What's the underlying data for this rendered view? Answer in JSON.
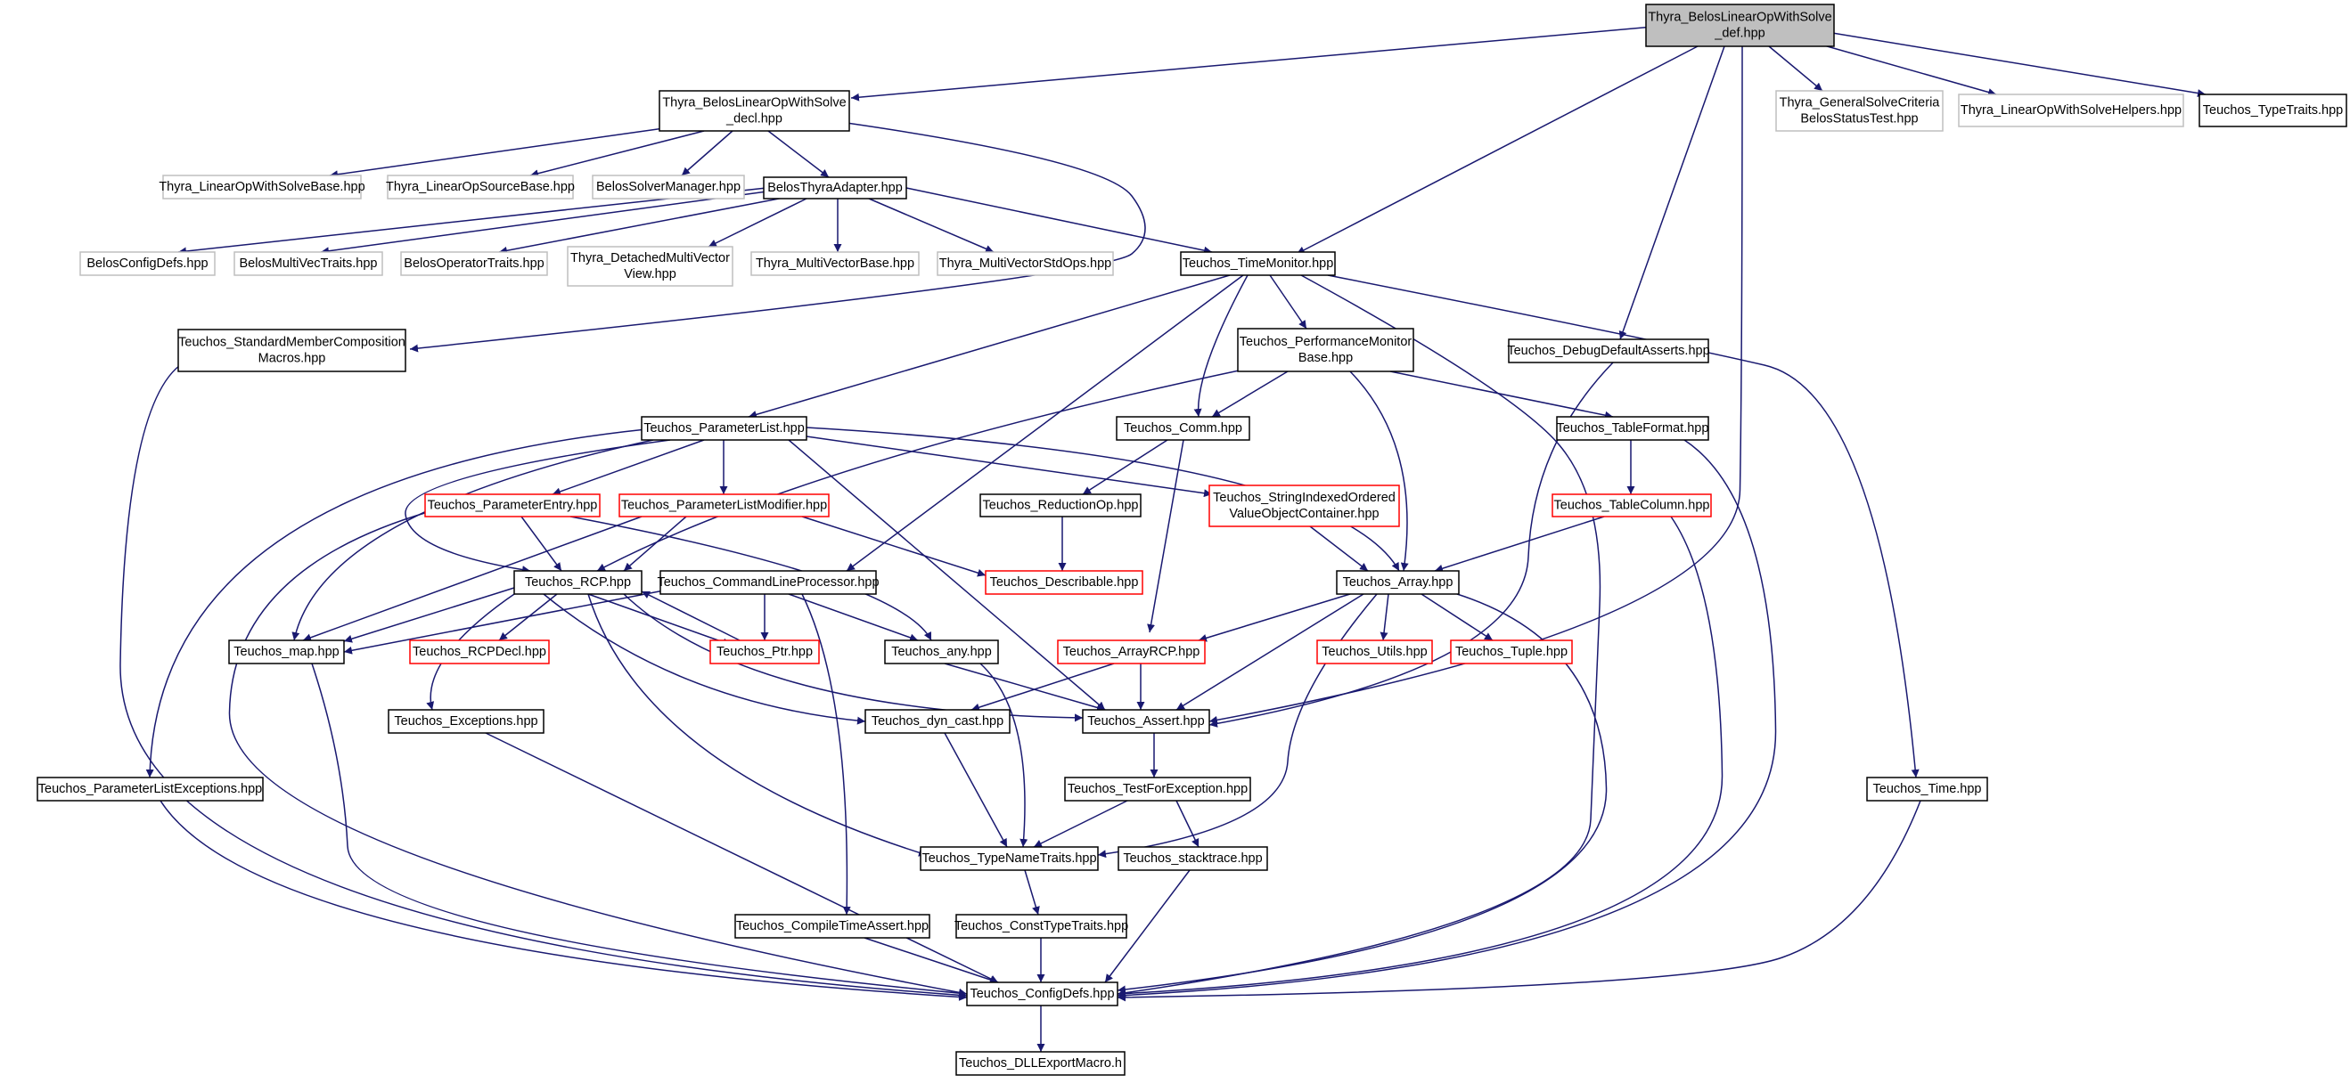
{
  "colors": {
    "edge": "#191970",
    "root_fill": "#bfbfbf",
    "node_border": "#000000",
    "missing_border": "#bfbfbf",
    "truncated_border": "#ff0000",
    "background": "#ffffff"
  },
  "nodes": {
    "root": [
      "Thyra_BelosLinearOpWithSolve",
      "_def.hpp"
    ],
    "decl": [
      "Thyra_BelosLinearOpWithSolve",
      "_decl.hpp"
    ],
    "general_criteria": [
      "Thyra_GeneralSolveCriteria",
      "BelosStatusTest.hpp"
    ],
    "lows_helpers": [
      "Thyra_LinearOpWithSolveHelpers.hpp"
    ],
    "type_traits": [
      "Teuchos_TypeTraits.hpp"
    ],
    "lows_base": [
      "Thyra_LinearOpWithSolveBase.hpp"
    ],
    "los_base": [
      "Thyra_LinearOpSourceBase.hpp"
    ],
    "solver_manager": [
      "BelosSolverManager.hpp"
    ],
    "thyra_adapter": [
      "BelosThyraAdapter.hpp"
    ],
    "belos_config": [
      "BelosConfigDefs.hpp"
    ],
    "multivec_traits": [
      "BelosMultiVecTraits.hpp"
    ],
    "operator_traits": [
      "BelosOperatorTraits.hpp"
    ],
    "detached_mv": [
      "Thyra_DetachedMultiVector",
      "View.hpp"
    ],
    "mv_base": [
      "Thyra_MultiVectorBase.hpp"
    ],
    "mv_stdops": [
      "Thyra_MultiVectorStdOps.hpp"
    ],
    "time_monitor": [
      "Teuchos_TimeMonitor.hpp"
    ],
    "std_member": [
      "Teuchos_StandardMemberComposition",
      "Macros.hpp"
    ],
    "perf_monitor": [
      "Teuchos_PerformanceMonitor",
      "Base.hpp"
    ],
    "debug_asserts": [
      "Teuchos_DebugDefaultAsserts.hpp"
    ],
    "param_list": [
      "Teuchos_ParameterList.hpp"
    ],
    "comm": [
      "Teuchos_Comm.hpp"
    ],
    "table_format": [
      "Teuchos_TableFormat.hpp"
    ],
    "param_entry": [
      "Teuchos_ParameterEntry.hpp"
    ],
    "param_modifier": [
      "Teuchos_ParameterListModifier.hpp"
    ],
    "reduction_op": [
      "Teuchos_ReductionOp.hpp"
    ],
    "string_indexed": [
      "Teuchos_StringIndexedOrdered",
      "ValueObjectContainer.hpp"
    ],
    "table_column": [
      "Teuchos_TableColumn.hpp"
    ],
    "rcp": [
      "Teuchos_RCP.hpp"
    ],
    "clp": [
      "Teuchos_CommandLineProcessor.hpp"
    ],
    "describable": [
      "Teuchos_Describable.hpp"
    ],
    "array": [
      "Teuchos_Array.hpp"
    ],
    "map": [
      "Teuchos_map.hpp"
    ],
    "rcp_decl": [
      "Teuchos_RCPDecl.hpp"
    ],
    "ptr": [
      "Teuchos_Ptr.hpp"
    ],
    "any": [
      "Teuchos_any.hpp"
    ],
    "array_rcp": [
      "Teuchos_ArrayRCP.hpp"
    ],
    "utils": [
      "Teuchos_Utils.hpp"
    ],
    "tuple": [
      "Teuchos_Tuple.hpp"
    ],
    "exceptions": [
      "Teuchos_Exceptions.hpp"
    ],
    "dyn_cast": [
      "Teuchos_dyn_cast.hpp"
    ],
    "assert": [
      "Teuchos_Assert.hpp"
    ],
    "param_exceptions": [
      "Teuchos_ParameterListExceptions.hpp"
    ],
    "test_exception": [
      "Teuchos_TestForException.hpp"
    ],
    "time": [
      "Teuchos_Time.hpp"
    ],
    "type_name_traits": [
      "Teuchos_TypeNameTraits.hpp"
    ],
    "stacktrace": [
      "Teuchos_stacktrace.hpp"
    ],
    "compile_assert": [
      "Teuchos_CompileTimeAssert.hpp"
    ],
    "const_type_traits": [
      "Teuchos_ConstTypeTraits.hpp"
    ],
    "config_defs": [
      "Teuchos_ConfigDefs.hpp"
    ],
    "dll_export": [
      "Teuchos_DLLExportMacro.h"
    ]
  }
}
